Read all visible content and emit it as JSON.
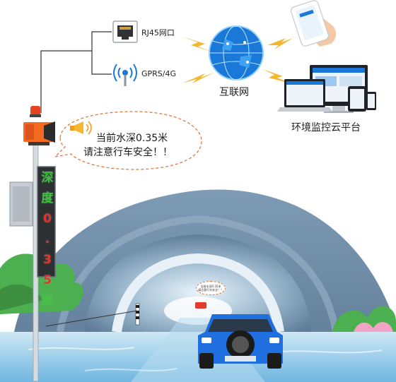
{
  "connections": {
    "rj45_label": "RJ45网口",
    "gprs_label": "GPRS/4G"
  },
  "internet": {
    "label": "互联网"
  },
  "platform": {
    "label": "环境监控云平台"
  },
  "alarm_bubble": {
    "line1": "当前水深0.35米",
    "line2": "请注意行车安全！！"
  },
  "led_display": {
    "top_chars": [
      "深",
      "度"
    ],
    "value_chars": [
      "0",
      ".",
      "3",
      "5"
    ],
    "unit_char": "米",
    "top_color": "#39c23a",
    "value_color": "#e3322b",
    "unit_color": "#39c23a"
  },
  "colors": {
    "tunnel": "#6e8aa6",
    "water": "#8ec9e8",
    "car": "#1f6fe0",
    "alarm": "#f46a1e",
    "lightning": "#f5b731",
    "globe": "#1a78d8"
  }
}
